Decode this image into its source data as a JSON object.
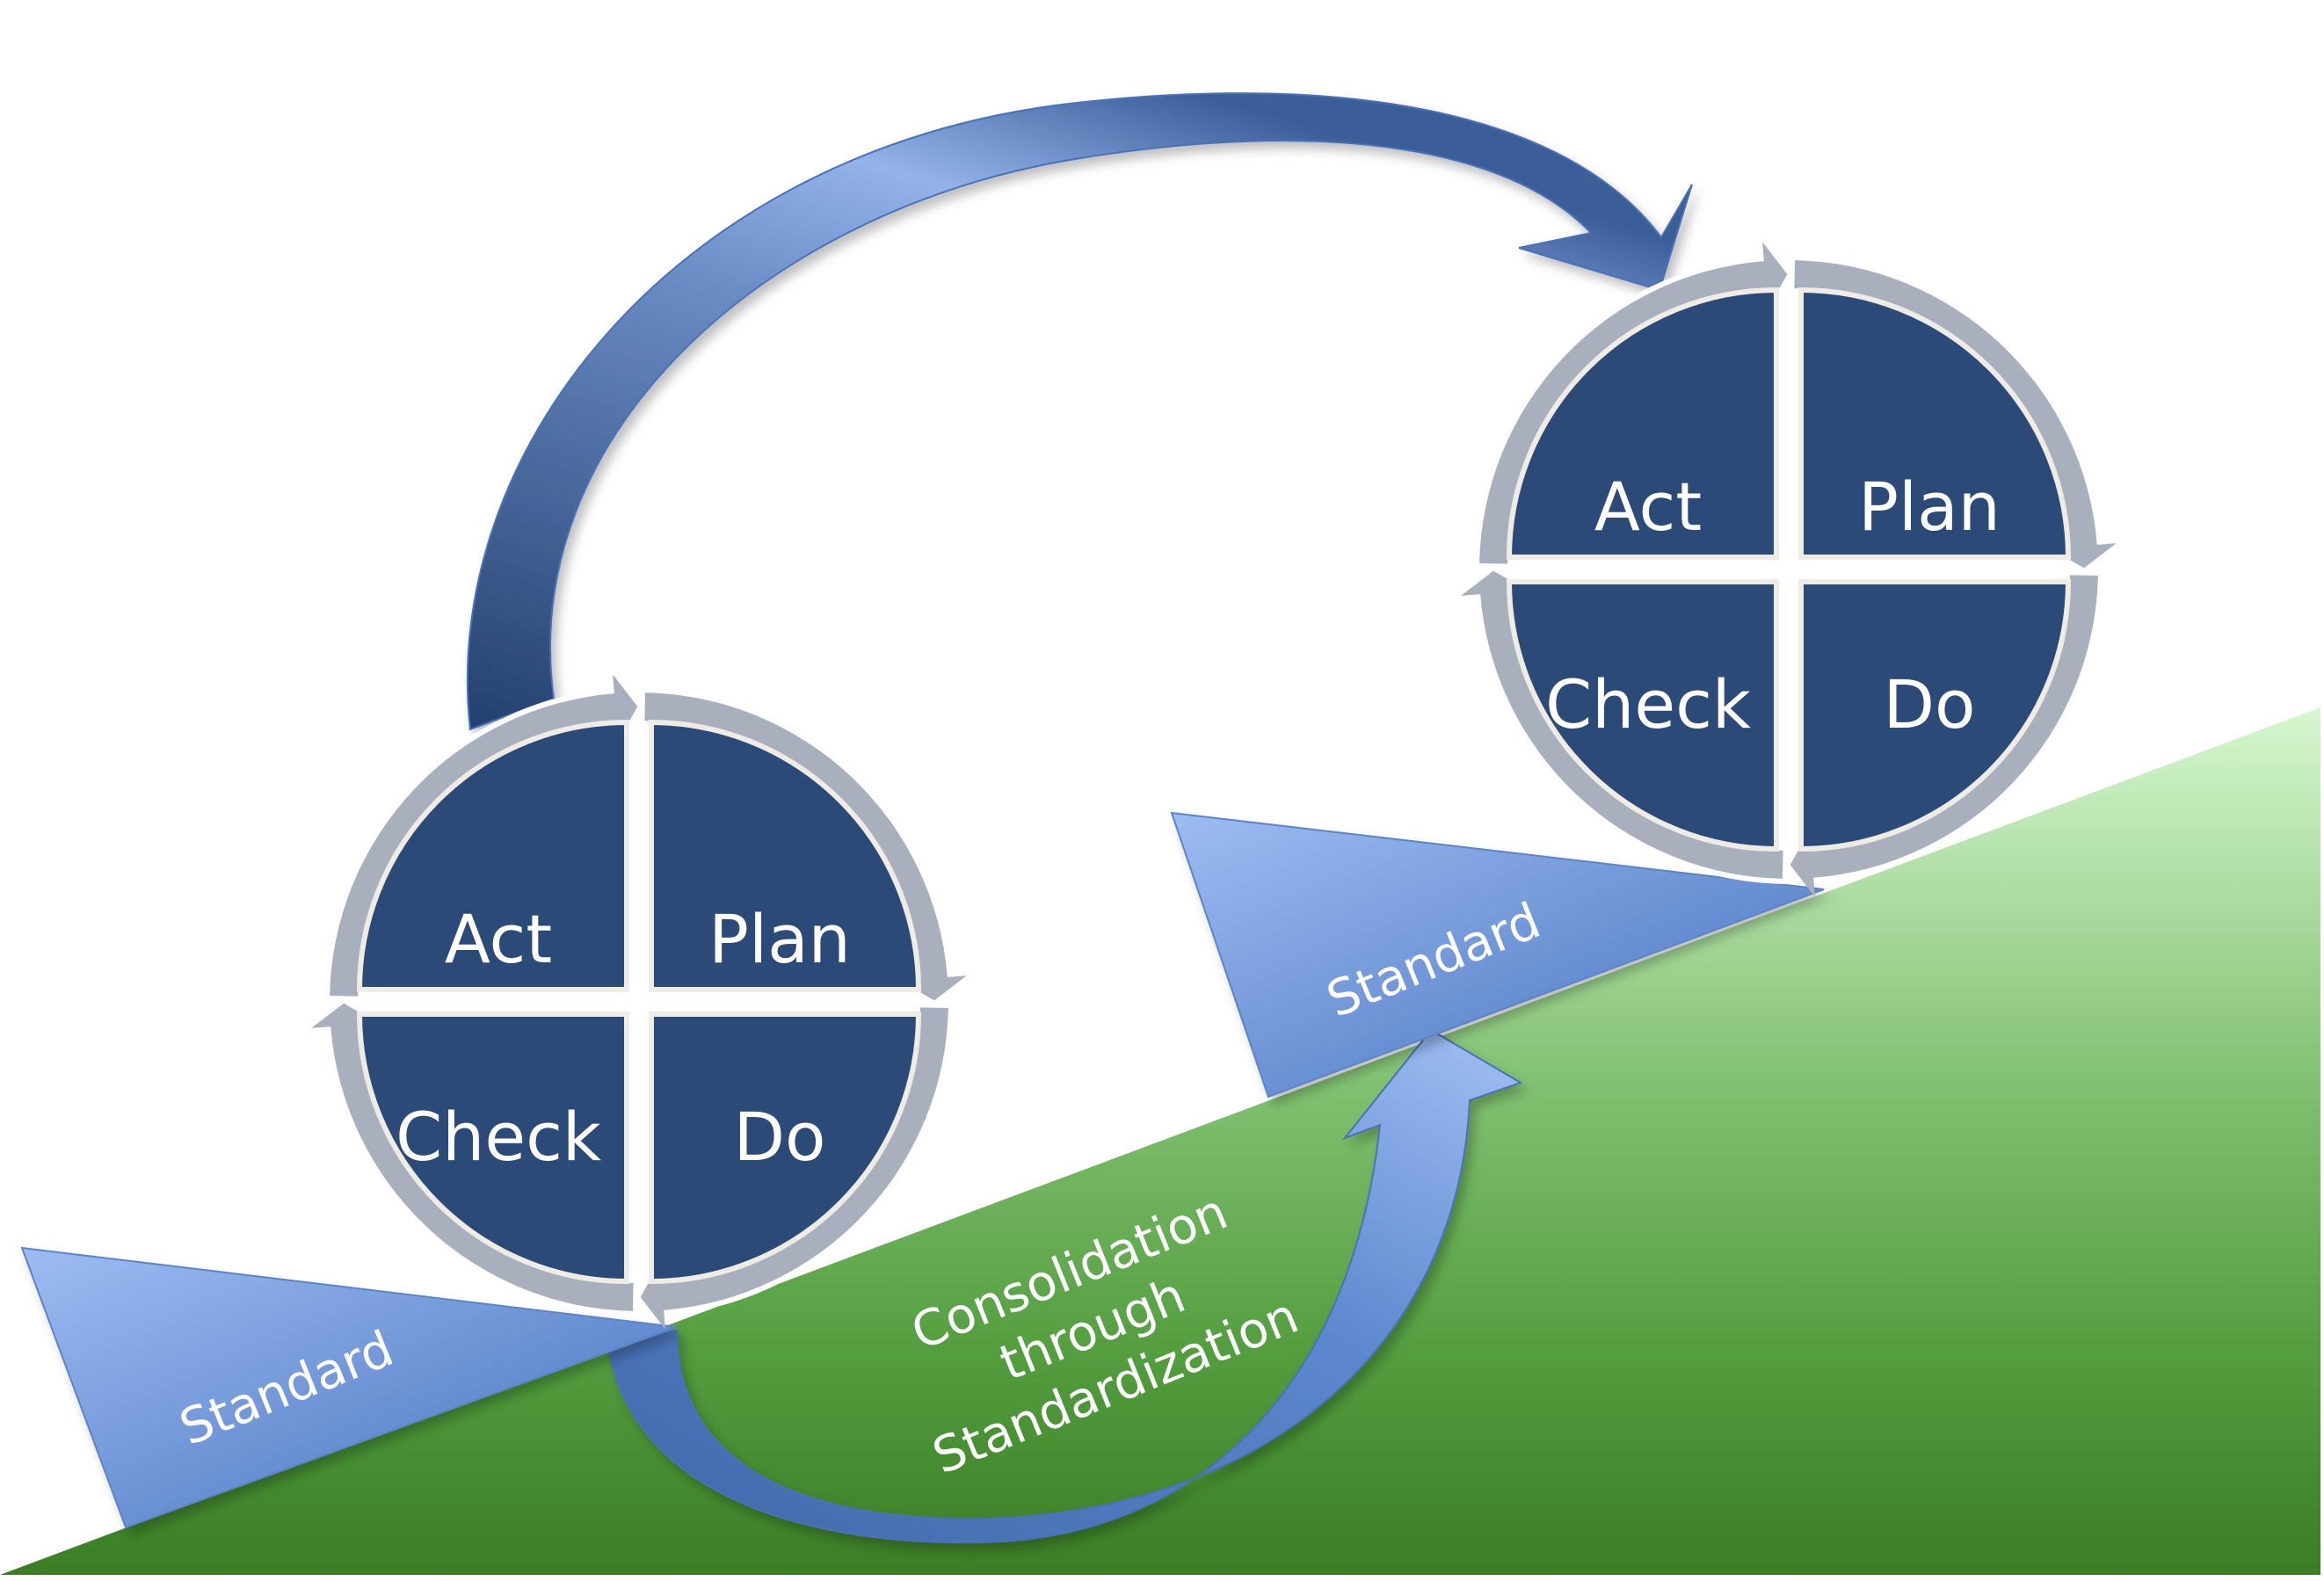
{
  "diagram": {
    "title": "PDCA cycle with standardization",
    "cycles": [
      {
        "id": "lower",
        "quadrants": {
          "top_left": "Act",
          "top_right": "Plan",
          "bottom_left": "Check",
          "bottom_right": "Do"
        }
      },
      {
        "id": "upper",
        "quadrants": {
          "top_left": "Act",
          "top_right": "Plan",
          "bottom_left": "Check",
          "bottom_right": "Do"
        }
      }
    ],
    "standards": [
      {
        "label": "Standard"
      },
      {
        "label": "Standard"
      }
    ],
    "consolidation": {
      "lines": [
        "Consolidation",
        "through",
        "Standardization"
      ]
    },
    "colors": {
      "quadrant_fill": "#2c4a78",
      "ring": "#a9b0bd",
      "arrow_light": "#94b4ec",
      "arrow_dark": "#2a4a7e",
      "wedge_light": "#9dbcf2",
      "wedge_dark": "#4a7ac6",
      "slope_light": "#d6f7d0",
      "slope_dark": "#3a7d25"
    }
  }
}
